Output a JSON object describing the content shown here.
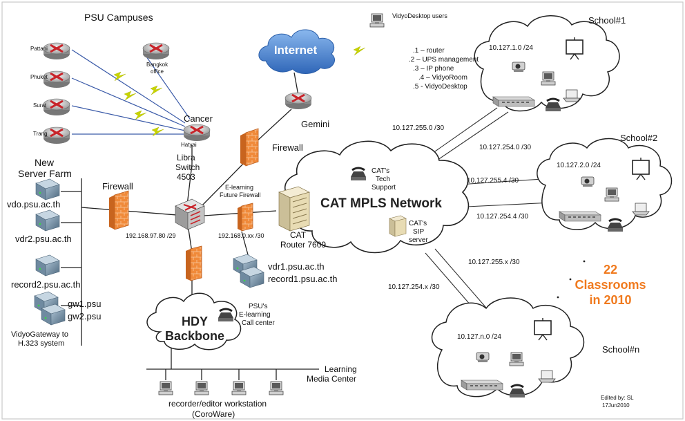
{
  "campuses": {
    "title": "PSU Campuses",
    "pattani": "Pattani",
    "phuket": "Phuket",
    "surat": "Surat",
    "trang": "Trang",
    "bangkok_1": "Bangkok",
    "bangkok_2": "office"
  },
  "internet": {
    "label": "Internet",
    "vidyo_users": "VidyoDesktop users"
  },
  "legend": {
    "l1": ".1 – router",
    "l2": ".2 – UPS management",
    "l3": ".3 – IP phone",
    "l4": ".4 – VidyoRoom",
    "l5": ".5 - VidyoDesktop"
  },
  "core": {
    "cancer": "Cancer",
    "hatyai": "Hatyai",
    "gemini": "Gemini",
    "firewall_top": "Firewall",
    "firewall_left": "Firewall",
    "libra_1": "Libra",
    "libra_2": "Switch",
    "libra_3": "4503",
    "elearn_fw_1": "E-learning",
    "elearn_fw_2": "Future Firewall",
    "ip_9780": "192.168.97.80 /29",
    "ip_168": "192.168.0.xx /30",
    "cat_router_1": "CAT",
    "cat_router_2": "Router 7609"
  },
  "server_farm": {
    "title_1": "New",
    "title_2": "Server Farm",
    "vdo": "vdo.psu.ac.th",
    "vdr2": "vdr2.psu.ac.th",
    "record2": "record2.psu.ac.th",
    "gw1": "gw1.psu",
    "gw2": "gw2.psu",
    "gateway_1": "VidyoGateway to",
    "gateway_2": "H.323 system"
  },
  "vdr1": {
    "vdr1": "vdr1.psu.ac.th",
    "record1": "record1.psu.ac.th"
  },
  "mpls": {
    "label": "CAT MPLS Network",
    "tech_1": "CAT's",
    "tech_2": "Tech",
    "tech_3": "Support",
    "sip_1": "CAT's",
    "sip_2": "SIP",
    "sip_3": "server"
  },
  "hdy": {
    "label_1": "HDY",
    "label_2": "Backbone",
    "callcenter_1": "PSU's",
    "callcenter_2": "E-learning",
    "callcenter_3": "Call center"
  },
  "media": {
    "center_1": "Learning",
    "center_2": "Media Center",
    "workstation_1": "recorder/editor workstation",
    "workstation_2": "(CoroWare)"
  },
  "links": {
    "s1a": "10.127.255.0 /30",
    "s1b": "10.127.254.0 /30",
    "s2a": "10.127.255.4 /30",
    "s2b": "10.127.254.4 /30",
    "sna": "10.127.255.x /30",
    "snb": "10.127.254.x /30"
  },
  "schools": {
    "s1_name": "School#1",
    "s1_net": "10.127.1.0 /24",
    "s2_name": "School#2",
    "s2_net": "10.127.2.0 /24",
    "sn_name": "School#n",
    "sn_net": "10.127.n.0 /24"
  },
  "classrooms": {
    "count": "22",
    "line2": "Classrooms",
    "line3": "in 2010",
    "color": "#f07a1e"
  },
  "credit": {
    "line1": "Edited by: SL",
    "line2": "17Jun2010"
  },
  "colors": {
    "router_red": "#c8242a",
    "firewall_orange": "#f08a3a",
    "internet_blue": "#3f7fcf",
    "lightning": "#c8d400",
    "campus_link": "#3a5aa8"
  }
}
